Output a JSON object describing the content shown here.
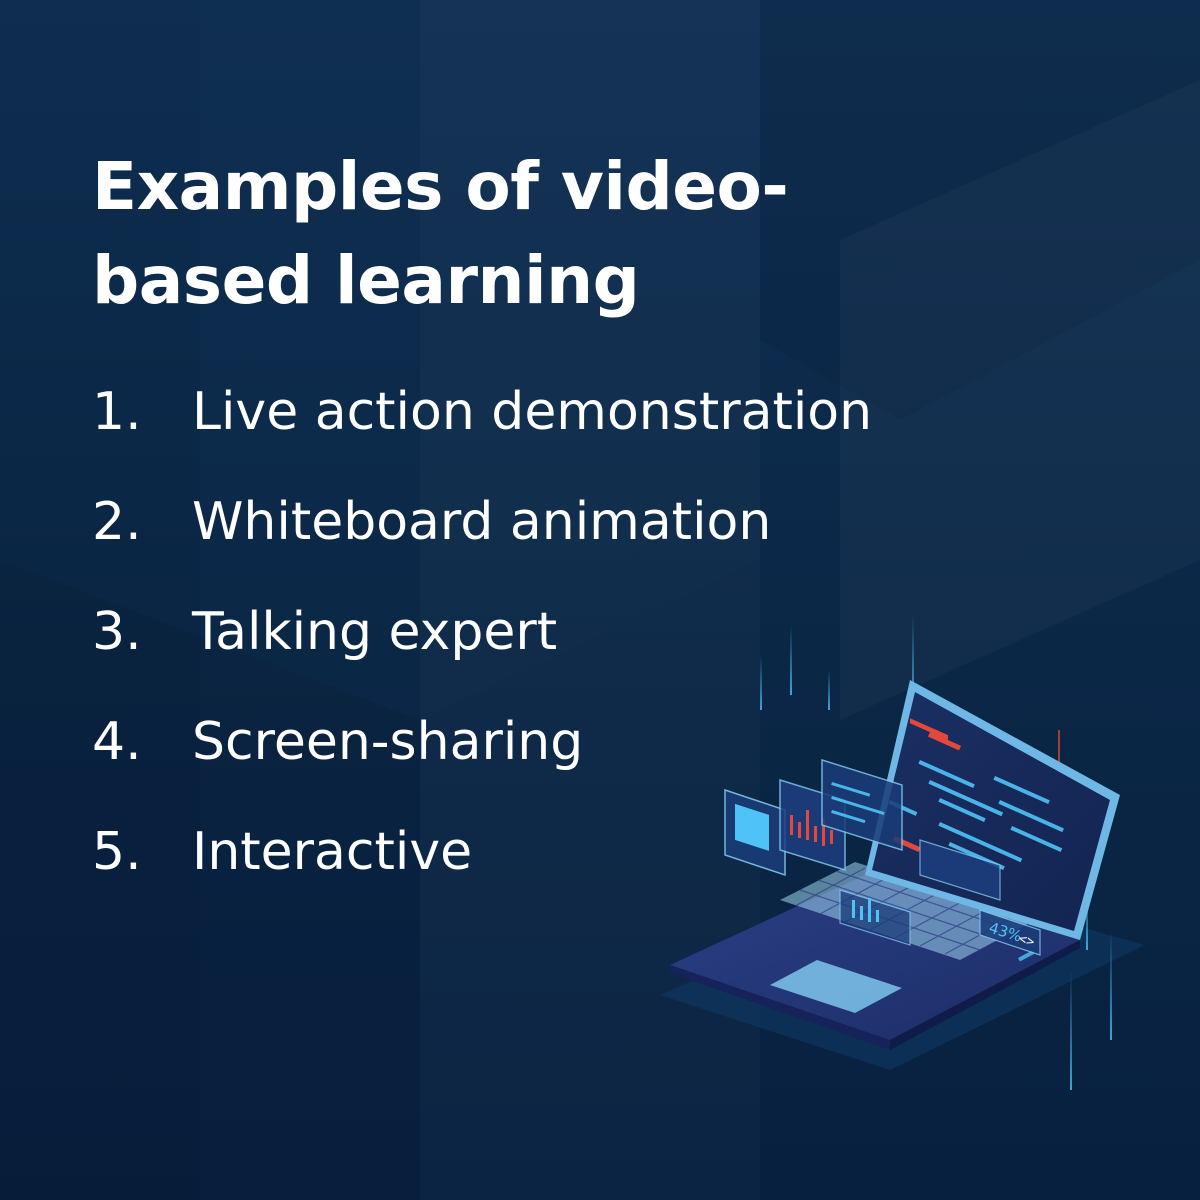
{
  "title": "Examples of video-based learning",
  "list": [
    {
      "number": "1.",
      "label": "Live action demonstration"
    },
    {
      "number": "2.",
      "label": "Whiteboard animation"
    },
    {
      "number": "3.",
      "label": "Talking expert"
    },
    {
      "number": "4.",
      "label": "Screen-sharing"
    },
    {
      "number": "5.",
      "label": "Interactive"
    }
  ],
  "laptop_screen_readout": "43%",
  "icons": {
    "illustration": "laptop-illustration",
    "code_icon": "code-brackets-icon"
  },
  "colors": {
    "background": "#0d2a4c",
    "text": "#ffffff",
    "accent_cyan": "#4fc3f7",
    "accent_red": "#e5483b"
  }
}
